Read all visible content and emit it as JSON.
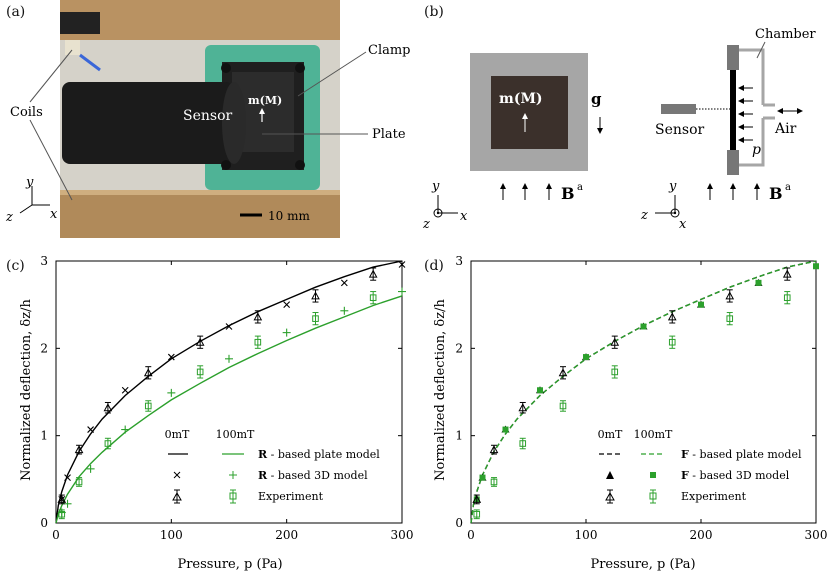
{
  "panels": {
    "a": "(a)",
    "b": "(b)",
    "c": "(c)",
    "d": "(d)"
  },
  "photo": {
    "coils": "Coils",
    "clamp": "Clamp",
    "sensor": "Sensor",
    "plate": "Plate",
    "moment": "m(M)",
    "scale": "10 mm",
    "axis_y": "y",
    "axis_x": "x",
    "axis_z": "z"
  },
  "schematic": {
    "moment": "m(M)",
    "gravity": "g",
    "field": "B",
    "field_sup": "a",
    "sensor": "Sensor",
    "chamber": "Chamber",
    "air": "Air",
    "pressure": "p",
    "left_axes": {
      "y": "y",
      "z": "z",
      "x": "x"
    },
    "right_axes": {
      "y": "y",
      "z": "z",
      "x": "x"
    }
  },
  "colors": {
    "black": "#000000",
    "green": "#2ca02c",
    "gray": "#a6a6a6",
    "dark": "#3b302b"
  },
  "chart_data": [
    {
      "type": "line",
      "panel": "c",
      "xlabel": "Pressure, p (Pa)",
      "ylabel": "Normalized deflection, δz/h",
      "xlim": [
        0,
        300
      ],
      "ylim": [
        0,
        3
      ],
      "xticks": [
        0,
        100,
        200,
        300
      ],
      "yticks": [
        0,
        1,
        2,
        3
      ],
      "legend": {
        "col_headers": [
          "0mT",
          "100mT"
        ],
        "rows": [
          {
            "bold": "R",
            "text": " - based plate model"
          },
          {
            "bold": "R",
            "text": " - based 3D model"
          },
          {
            "bold": "",
            "text": "Experiment"
          }
        ]
      },
      "series": [
        {
          "name": "0mT",
          "kind": "curve",
          "color": "#000000",
          "x": [
            0,
            2,
            5,
            10,
            20,
            30,
            40,
            60,
            80,
            100,
            125,
            150,
            175,
            200,
            225,
            250,
            275,
            300
          ],
          "y": [
            0,
            0.2,
            0.36,
            0.55,
            0.82,
            1.02,
            1.19,
            1.46,
            1.68,
            1.88,
            2.08,
            2.26,
            2.42,
            2.56,
            2.7,
            2.82,
            2.93,
            3.0
          ]
        },
        {
          "name": "100mT",
          "kind": "curve",
          "color": "#2ca02c",
          "x": [
            0,
            2,
            5,
            10,
            20,
            30,
            40,
            60,
            80,
            100,
            125,
            150,
            175,
            200,
            225,
            250,
            275,
            300
          ],
          "y": [
            0,
            0.1,
            0.2,
            0.33,
            0.53,
            0.68,
            0.81,
            1.04,
            1.23,
            1.41,
            1.6,
            1.78,
            1.94,
            2.09,
            2.23,
            2.36,
            2.49,
            2.6
          ]
        },
        {
          "name": "0mT",
          "kind": "cross",
          "color": "#000000",
          "x": [
            5,
            10,
            30,
            60,
            100,
            150,
            200,
            250,
            300
          ],
          "y": [
            0.27,
            0.52,
            1.07,
            1.52,
            1.9,
            2.25,
            2.5,
            2.75,
            2.96
          ]
        },
        {
          "name": "100mT",
          "kind": "plus",
          "color": "#2ca02c",
          "x": [
            5,
            10,
            30,
            60,
            100,
            150,
            200,
            250,
            300
          ],
          "y": [
            0.12,
            0.22,
            0.62,
            1.07,
            1.49,
            1.88,
            2.18,
            2.43,
            2.65
          ]
        },
        {
          "name": "0mT",
          "kind": "triangle",
          "color": "#000000",
          "x": [
            5,
            20,
            45,
            80,
            125,
            175,
            225,
            275
          ],
          "y": [
            0.27,
            0.84,
            1.32,
            1.72,
            2.07,
            2.36,
            2.6,
            2.85
          ],
          "err": [
            0.05,
            0.05,
            0.06,
            0.07,
            0.07,
            0.07,
            0.07,
            0.07
          ]
        },
        {
          "name": "100mT",
          "kind": "square",
          "color": "#2ca02c",
          "x": [
            5,
            20,
            45,
            80,
            125,
            175,
            225,
            275
          ],
          "y": [
            0.1,
            0.47,
            0.91,
            1.34,
            1.73,
            2.07,
            2.34,
            2.58
          ],
          "err": [
            0.05,
            0.05,
            0.06,
            0.06,
            0.07,
            0.07,
            0.07,
            0.07
          ]
        }
      ]
    },
    {
      "type": "line",
      "panel": "d",
      "xlabel": "Pressure, p (Pa)",
      "ylabel": "Normalized deflection, δz/h",
      "xlim": [
        0,
        300
      ],
      "ylim": [
        0,
        3
      ],
      "xticks": [
        0,
        100,
        200,
        300
      ],
      "yticks": [
        0,
        1,
        2,
        3
      ],
      "legend": {
        "col_headers": [
          "0mT",
          "100mT"
        ],
        "rows": [
          {
            "bold": "F",
            "text": " - based plate model"
          },
          {
            "bold": "F",
            "text": " - based 3D model"
          },
          {
            "bold": "",
            "text": "Experiment"
          }
        ]
      },
      "series": [
        {
          "name": "0mT",
          "kind": "dashed",
          "color": "#000000",
          "x": [
            0,
            2,
            5,
            10,
            20,
            30,
            40,
            60,
            80,
            100,
            125,
            150,
            175,
            200,
            225,
            250,
            275,
            300
          ],
          "y": [
            0,
            0.2,
            0.36,
            0.55,
            0.82,
            1.02,
            1.19,
            1.46,
            1.68,
            1.88,
            2.08,
            2.26,
            2.42,
            2.56,
            2.7,
            2.82,
            2.93,
            3.0
          ]
        },
        {
          "name": "100mT",
          "kind": "dashed",
          "color": "#2ca02c",
          "x": [
            0,
            2,
            5,
            10,
            20,
            30,
            40,
            60,
            80,
            100,
            125,
            150,
            175,
            200,
            225,
            250,
            275,
            300
          ],
          "y": [
            0,
            0.2,
            0.36,
            0.55,
            0.82,
            1.02,
            1.19,
            1.46,
            1.68,
            1.88,
            2.08,
            2.26,
            2.42,
            2.56,
            2.7,
            2.82,
            2.93,
            3.0
          ]
        },
        {
          "name": "0mT",
          "kind": "filledtri",
          "color": "#000000",
          "x": [
            5,
            10,
            30,
            60,
            100,
            150,
            200,
            250
          ],
          "y": [
            0.27,
            0.52,
            1.07,
            1.52,
            1.9,
            2.25,
            2.5,
            2.75
          ]
        },
        {
          "name": "100mT",
          "kind": "filledsq",
          "color": "#2ca02c",
          "x": [
            5,
            10,
            30,
            60,
            100,
            150,
            200,
            250,
            300
          ],
          "y": [
            0.27,
            0.52,
            1.07,
            1.52,
            1.9,
            2.25,
            2.5,
            2.75,
            2.94
          ]
        },
        {
          "name": "0mT",
          "kind": "triangle",
          "color": "#000000",
          "x": [
            5,
            20,
            45,
            80,
            125,
            175,
            225,
            275
          ],
          "y": [
            0.27,
            0.84,
            1.32,
            1.72,
            2.07,
            2.36,
            2.6,
            2.85
          ],
          "err": [
            0.05,
            0.05,
            0.06,
            0.07,
            0.07,
            0.07,
            0.07,
            0.07
          ]
        },
        {
          "name": "100mT",
          "kind": "square",
          "color": "#2ca02c",
          "x": [
            5,
            20,
            45,
            80,
            125,
            175,
            225,
            275
          ],
          "y": [
            0.1,
            0.47,
            0.91,
            1.34,
            1.73,
            2.07,
            2.34,
            2.58
          ],
          "err": [
            0.05,
            0.05,
            0.06,
            0.06,
            0.07,
            0.07,
            0.07,
            0.07
          ]
        }
      ]
    }
  ]
}
